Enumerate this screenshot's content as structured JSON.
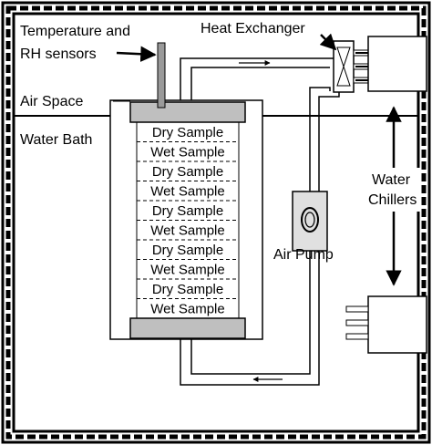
{
  "labels": {
    "sensors_line1": "Temperature and",
    "sensors_line2": "RH sensors",
    "heat_exchanger": "Heat Exchanger",
    "air_space": "Air Space",
    "water_bath": "Water Bath",
    "air_pump": "Air Pump",
    "chillers_line1": "Water",
    "chillers_line2": "Chillers"
  },
  "samples": [
    "Dry Sample",
    "Wet Sample",
    "Dry Sample",
    "Wet Sample",
    "Dry Sample",
    "Wet Sample",
    "Dry Sample",
    "Wet Sample",
    "Dry Sample",
    "Wet Sample"
  ]
}
